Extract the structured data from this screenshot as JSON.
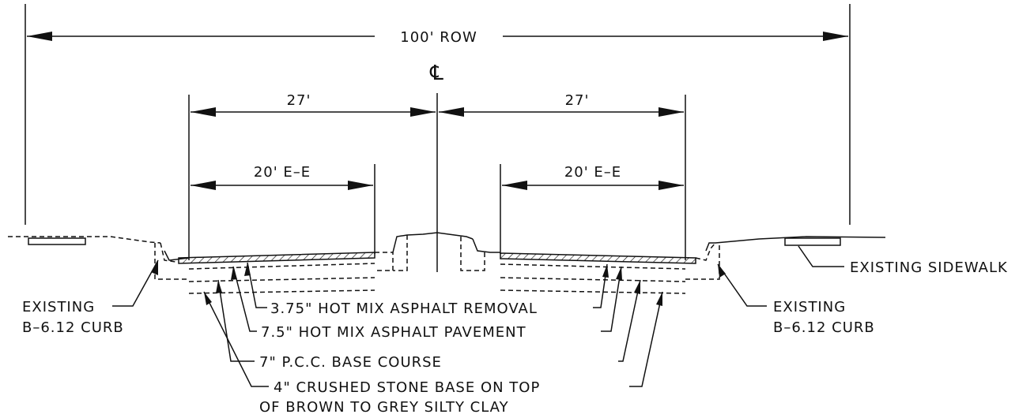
{
  "dimensions": {
    "row": "100' ROW",
    "centerline": "℄",
    "left_half": "27'",
    "right_half": "27'",
    "left_lane": "20' E–E",
    "right_lane": "20' E–E"
  },
  "callouts": {
    "existing_sidewalk": "EXISTING SIDEWALK",
    "left_curb_line1": "EXISTING",
    "left_curb_line2": "B–6.12 CURB",
    "right_curb_line1": "EXISTING",
    "right_curb_line2": "B–6.12 CURB",
    "asphalt_removal": "3.75\" HOT MIX ASPHALT REMOVAL",
    "asphalt_pavement": "7.5\" HOT MIX ASPHALT PAVEMENT",
    "pcc_base": "7\" P.C.C. BASE COURSE",
    "stone_base_line1": "4\" CRUSHED STONE BASE ON TOP",
    "stone_base_line2": "OF BROWN TO GREY SILTY CLAY"
  }
}
